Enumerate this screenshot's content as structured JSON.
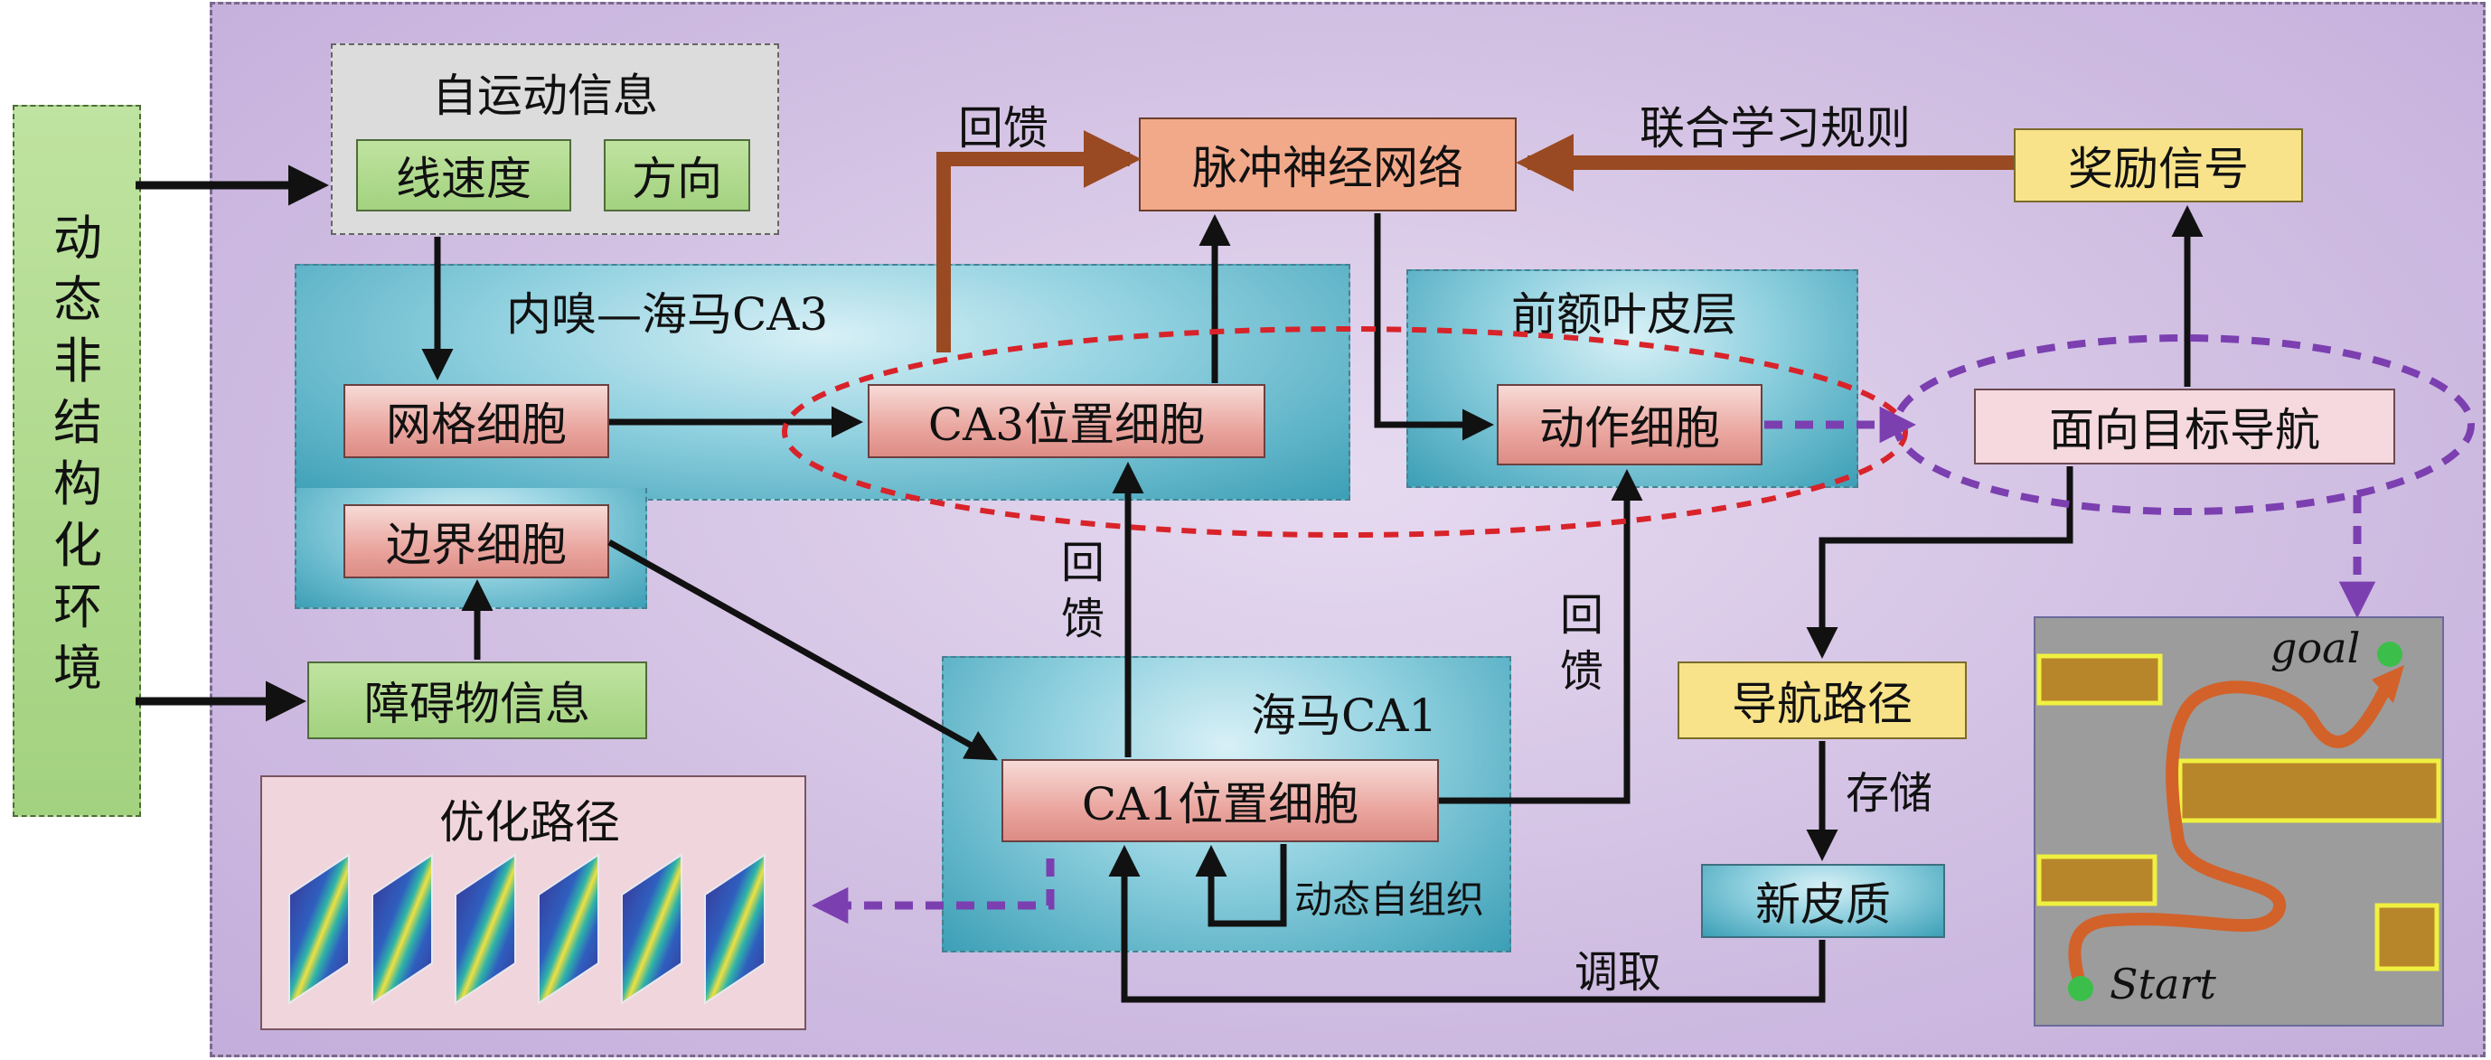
{
  "environment": {
    "label": "动态非结构化环境"
  },
  "self_motion": {
    "title": "自运动信息",
    "linear_speed": "线速度",
    "direction": "方向"
  },
  "ec_ca3": {
    "title": "内嗅—海马CA3",
    "grid_cell": "网格细胞",
    "boundary_cell": "边界细胞",
    "ca3_place_cell": "CA3位置细胞"
  },
  "obstacle_info": "障碍物信息",
  "snn": "脉冲神经网络",
  "learning_rule": "联合学习规则",
  "reward_signal": "奖励信号",
  "pfc": {
    "title": "前额叶皮层",
    "action_cell": "动作细胞"
  },
  "goal_navigation": "面向目标导航",
  "ca1": {
    "title": "海马CA1",
    "place_cell": "CA1位置细胞",
    "self_organize": "动态自组织"
  },
  "feedback_labels": {
    "top": "回馈",
    "left": "回馈",
    "right": "回馈"
  },
  "nav_path": "导航路径",
  "store": "存储",
  "neocortex": "新皮质",
  "retrieve": "调取",
  "optimized_path": {
    "title": "优化路径",
    "panel_count": 6
  },
  "map": {
    "goal": "goal",
    "start": "Start"
  },
  "colors": {
    "brown_arrow": "#9a4a22",
    "purple_dash": "#7b3fb0",
    "red_dash": "#d8232a"
  }
}
